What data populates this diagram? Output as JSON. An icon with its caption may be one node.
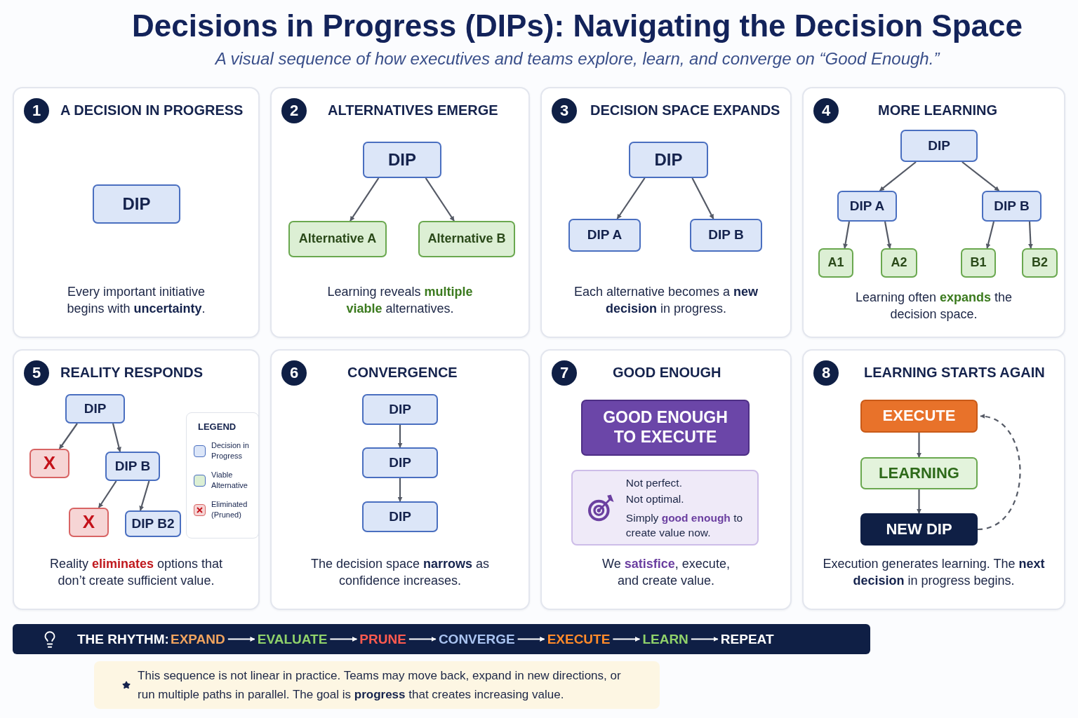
{
  "diagram": {
    "title": "Decisions in Progress (DIPs): Navigating the Decision Space",
    "caption": "A visual sequence of how executives and teams explore, learn, and converge on “Good Enough.”",
    "nodes": [
      {
        "text": [
          "1",
          "A DECISION IN PROGRESS",
          "Every important initiative begins with **uncertainty**."
        ]
      },
      {
        "text": [
          "DIP"
        ],
        "in": 0
      },
      {
        "text": [
          "2",
          "ALTERNATIVES EMERGE",
          "Learning reveals **multiple viable** alternatives."
        ]
      },
      {
        "text": [
          "DIP"
        ],
        "in": 2
      },
      {
        "text": [
          "Alternative A"
        ],
        "in": 2
      },
      {
        "text": [
          "Alternative B"
        ],
        "in": 2
      },
      {
        "text": [
          "3",
          "DECISION SPACE EXPANDS",
          "Each alternative becomes a **new decision** in progress."
        ]
      },
      {
        "text": [
          "DIP"
        ],
        "in": 6
      },
      {
        "text": [
          "DIP A"
        ],
        "in": 6
      },
      {
        "text": [
          "DIP B"
        ],
        "in": 6
      },
      {
        "text": [
          "4",
          "MORE LEARNING",
          "Learning often **expands** the decision space."
        ]
      },
      {
        "text": [
          "DIP"
        ],
        "in": 10
      },
      {
        "text": [
          "DIP A"
        ],
        "in": 10
      },
      {
        "text": [
          "DIP B"
        ],
        "in": 10
      },
      {
        "text": [
          "A1"
        ],
        "in": 10
      },
      {
        "text": [
          "A2"
        ],
        "in": 10
      },
      {
        "text": [
          "B1"
        ],
        "in": 10
      },
      {
        "text": [
          "B2"
        ],
        "in": 10
      },
      {
        "text": [
          "5",
          "REALITY RESPONDS",
          "Reality **eliminates** options that don’t create sufficient value."
        ]
      },
      {
        "text": [
          "DIP"
        ],
        "in": 18
      },
      {
        "text": [
          "X"
        ],
        "in": 18
      },
      {
        "text": [
          "DIP B"
        ],
        "in": 18
      },
      {
        "text": [
          "X"
        ],
        "in": 18
      },
      {
        "text": [
          "DIP B2"
        ],
        "in": 18
      },
      {
        "text": [
          "6",
          "CONVERGENCE",
          "The decision space **narrows** as confidence increases."
        ]
      },
      {
        "text": [
          "DIP"
        ],
        "in": 24
      },
      {
        "text": [
          "DIP"
        ],
        "in": 24
      },
      {
        "text": [
          "DIP"
        ],
        "in": 24
      },
      {
        "text": [
          "7",
          "GOOD ENOUGH",
          "We **satisfice**, execute, and create value."
        ]
      },
      {
        "text": [
          "GOOD ENOUGH TO EXECUTE"
        ],
        "in": 28
      },
      {
        "text": [
          "Not perfect.",
          "Not optimal.",
          "Simply **good enough** to create value now."
        ],
        "in": 28
      },
      {
        "text": [
          "8",
          "LEARNING STARTS AGAIN",
          "Execution generates learning. The **next decision** in progress begins."
        ]
      },
      {
        "text": [
          "EXECUTE"
        ],
        "in": 31
      },
      {
        "text": [
          "LEARNING"
        ],
        "in": 31
      },
      {
        "text": [
          "NEW DIP"
        ],
        "in": 31
      },
      {
        "text": [
          "THE RHYTHM:"
        ]
      },
      {
        "text": [
          "EXPAND"
        ],
        "in": 35
      },
      {
        "text": [
          "EVALUATE"
        ],
        "in": 35
      },
      {
        "text": [
          "PRUNE"
        ],
        "in": 35
      },
      {
        "text": [
          "CONVERGE"
        ],
        "in": 35
      },
      {
        "text": [
          "EXECUTE"
        ],
        "in": 35
      },
      {
        "text": [
          "LEARN"
        ],
        "in": 35
      },
      {
        "text": [
          "REPEAT"
        ],
        "in": 35
      },
      {
        "text": [
          "This sequence is not linear in practice. Teams may move back, expand in new directions, or run multiple paths in parallel. The goal is **progress** that creates increasing value."
        ]
      }
    ],
    "edges": [
      {
        "from": 3,
        "to": 4,
        "arrow": "to"
      },
      {
        "from": 3,
        "to": 5,
        "arrow": "to"
      },
      {
        "from": 7,
        "to": 8,
        "arrow": "to"
      },
      {
        "from": 7,
        "to": 9,
        "arrow": "to"
      },
      {
        "from": 11,
        "to": 12,
        "arrow": "to"
      },
      {
        "from": 11,
        "to": 13,
        "arrow": "to"
      },
      {
        "from": 12,
        "to": 14,
        "arrow": "to"
      },
      {
        "from": 12,
        "to": 15,
        "arrow": "to"
      },
      {
        "from": 13,
        "to": 16,
        "arrow": "to"
      },
      {
        "from": 13,
        "to": 17,
        "arrow": "to"
      },
      {
        "from": 19,
        "to": 20,
        "arrow": "to"
      },
      {
        "from": 19,
        "to": 21,
        "arrow": "to"
      },
      {
        "from": 21,
        "to": 22,
        "arrow": "to"
      },
      {
        "from": 21,
        "to": 23,
        "arrow": "to"
      },
      {
        "from": 25,
        "to": 26,
        "arrow": "to"
      },
      {
        "from": 26,
        "to": 27,
        "arrow": "to"
      },
      {
        "from": 32,
        "to": 33,
        "arrow": "to"
      },
      {
        "from": 33,
        "to": 34,
        "arrow": "to"
      },
      {
        "from": 34,
        "to": 32,
        "arrow": "to",
        "style": "dashed"
      },
      {
        "from": 36,
        "to": 37,
        "arrow": "to",
        "color": "#ffffff"
      },
      {
        "from": 37,
        "to": 38,
        "arrow": "to",
        "color": "#ffffff"
      },
      {
        "from": 38,
        "to": 39,
        "arrow": "to",
        "color": "#ffffff"
      },
      {
        "from": 39,
        "to": 40,
        "arrow": "to",
        "color": "#ffffff"
      },
      {
        "from": 40,
        "to": 41,
        "arrow": "to",
        "color": "#ffffff"
      },
      {
        "from": 41,
        "to": 42,
        "arrow": "to",
        "color": "#ffffff"
      }
    ],
    "labels": [
      "LEGEND"
    ],
    "legend": [
      {
        "text": "Decision in Progress",
        "color": "#dce6f8"
      },
      {
        "text": "Viable Alternative",
        "color": "#dcefd4"
      },
      {
        "text": "Eliminated (Pruned)"
      }
    ]
  }
}
